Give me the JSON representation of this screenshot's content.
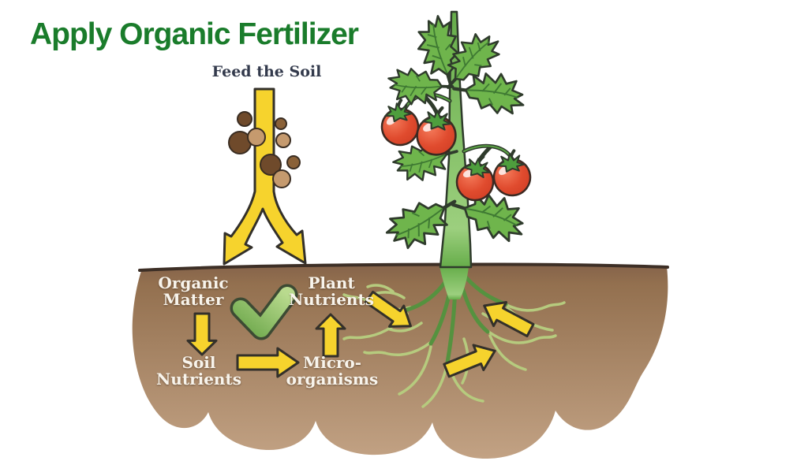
{
  "title": "Apply Organic Fertilizer",
  "subtitle": "Feed the Soil",
  "soil_labels": {
    "organic_matter": {
      "line1": "Organic",
      "line2": "Matter"
    },
    "plant_nutrients": {
      "line1": "Plant",
      "line2": "Nutrients"
    },
    "soil_nutrients": {
      "line1": "Soil",
      "line2": "Nutrients"
    },
    "micro_organisms": {
      "line1": "Micro-",
      "line2": "organisms"
    }
  },
  "icons": {
    "checkmark": "green-check-icon",
    "flow_arrows": "yellow-arrow-icon",
    "funnel": "fertilizer-funnel-arrow-icon",
    "particles": "organic-matter-particles-icon",
    "plant": "tomato-plant-icon",
    "roots": "root-system-icon"
  },
  "colors": {
    "title_green": "#1a7c2b",
    "subtitle_dark": "#333a4c",
    "label_white": "#f8f4ec",
    "arrow_yellow": "#f6d32d",
    "arrow_outline": "#33302a",
    "soil_top": "#85634a",
    "soil_mid": "#9a males",
    "soil_upper": "#93704f",
    "soil_bottom": "#c2a284",
    "soil_line": "#3d2f26",
    "leaf_green": "#6fb54c",
    "leaf_vein": "#3f7a33",
    "stem_light": "#9ccf7e",
    "stem_green": "#66ad4a",
    "outline_green": "#2f3b2c",
    "tomato_light": "#f47a5a",
    "tomato_red": "#e04b2e",
    "tomato_deep": "#cf3d24",
    "calyx_green": "#4e9e3d",
    "root_light": "#b6cb7e",
    "root_dark": "#55923f",
    "check_light": "#b9da8e",
    "check_dark": "#6fa94d",
    "particle_dark": "#6f4a2b",
    "particle_mid": "#8a6138",
    "particle_light": "#c59a6e"
  }
}
